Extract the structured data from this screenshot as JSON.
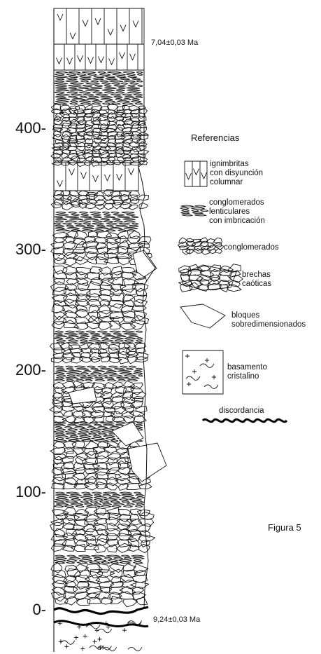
{
  "axis": {
    "ticks": [
      {
        "value": 0,
        "label": "0-"
      },
      {
        "value": 100,
        "label": "100-"
      },
      {
        "value": 200,
        "label": "200-"
      },
      {
        "value": 300,
        "label": "300-"
      },
      {
        "value": 400,
        "label": "400-"
      }
    ]
  },
  "ages": {
    "top": "7,04±0,03 Ma",
    "bottom": "9,24±0,03 Ma"
  },
  "legend": {
    "title": "Referencias",
    "items": [
      {
        "id": "ignimbritas",
        "text": "ignimbritas\ncon disyunción\ncolumnar"
      },
      {
        "id": "conglomerados-lenticulares",
        "text": "conglomerados\nlenticulares\ncon imbricación"
      },
      {
        "id": "conglomerados",
        "text": "conglomerados"
      },
      {
        "id": "brechas",
        "text": "brechas\ncaóticas"
      },
      {
        "id": "bloques",
        "text": "bloques\nsobredimensionados"
      },
      {
        "id": "basamento",
        "text": "basamento\ncristalino"
      },
      {
        "id": "discordancia",
        "text": "discordancia"
      }
    ]
  },
  "figure_label": "Figura 5"
}
